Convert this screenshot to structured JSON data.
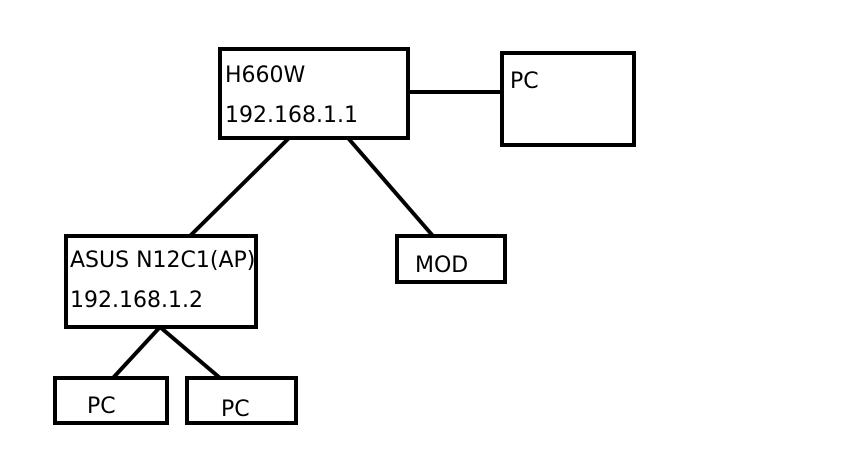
{
  "diagram": {
    "nodes": {
      "router": {
        "name": "H660W",
        "ip": "192.168.1.1"
      },
      "pc_right": {
        "name": "PC"
      },
      "ap": {
        "name": "ASUS N12C1(AP)",
        "ip": "192.168.1.2"
      },
      "mod": {
        "name": "MOD"
      },
      "pc_left": {
        "name": "PC"
      },
      "pc_middle": {
        "name": "PC"
      }
    },
    "edges": [
      {
        "from": "router",
        "to": "pc_right"
      },
      {
        "from": "router",
        "to": "ap"
      },
      {
        "from": "router",
        "to": "mod"
      },
      {
        "from": "ap",
        "to": "pc_left"
      },
      {
        "from": "ap",
        "to": "pc_middle"
      }
    ]
  }
}
